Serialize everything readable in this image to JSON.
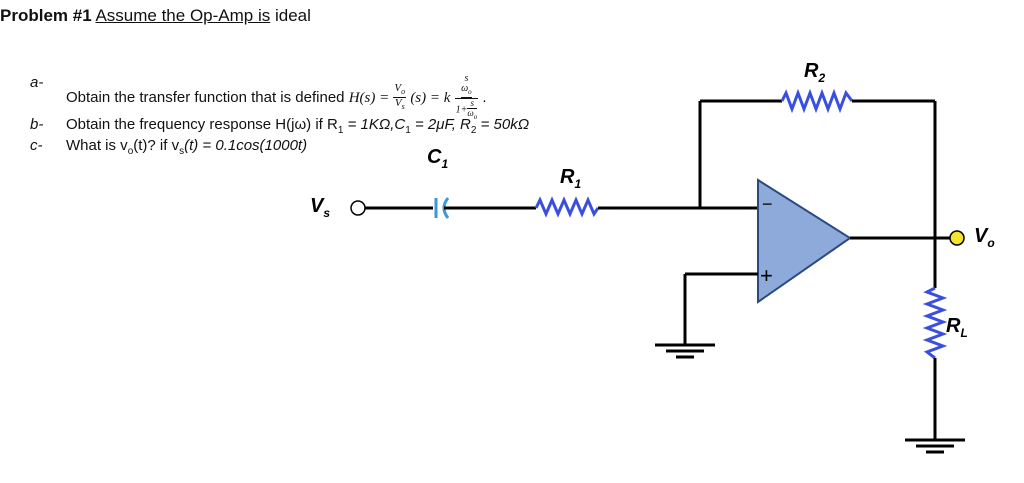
{
  "title": {
    "prefix": "Problem #1",
    "underlined": "Assume the Op-Amp is",
    "suffix": "ideal"
  },
  "items": [
    {
      "label": "a-",
      "text": "Obtain the transfer function that is defined",
      "formula_lhs": "H(s) =",
      "formula_vo": "V",
      "formula_vo_sub": "o",
      "formula_vs": "V",
      "formula_vs_sub": "s",
      "formula_mid": "(s) = k",
      "formula_s_num": "s",
      "formula_omega0": "ω",
      "formula_omega_sub": "o",
      "formula_one_plus": "1+",
      "formula_end": "."
    },
    {
      "label": "b-",
      "text": "Obtain the frequency response H(jω) if R",
      "r1_sub": "1",
      "text2": " = 1KΩ,C",
      "c1_sub": "1",
      "text3": " = 2μF, R",
      "r2_sub": "2",
      "text4": " = 50kΩ"
    },
    {
      "label": "c-",
      "text": "What is v",
      "vo_sub": "o",
      "text2": "(t)? if v",
      "vs_sub": "s",
      "text3": "(t) = 0.1cos(1000t)"
    }
  ],
  "circuit": {
    "labels": {
      "vs": "V",
      "vs_sub": "s",
      "vo": "V",
      "vo_sub": "o",
      "c1": "C",
      "c1_sub": "1",
      "r1": "R",
      "r1_sub": "1",
      "r2": "R",
      "r2_sub": "2",
      "rl": "R",
      "rl_sub": "L"
    },
    "opamp_minus": "−",
    "opamp_plus": "+",
    "colors": {
      "wire": "#000000",
      "resistor": "#3a4fe0",
      "capacitor": "#3a9ad9",
      "opamp_fill": "#8eaadb",
      "opamp_stroke": "#2a4a80",
      "terminal_fill": "#f5e42a"
    }
  }
}
